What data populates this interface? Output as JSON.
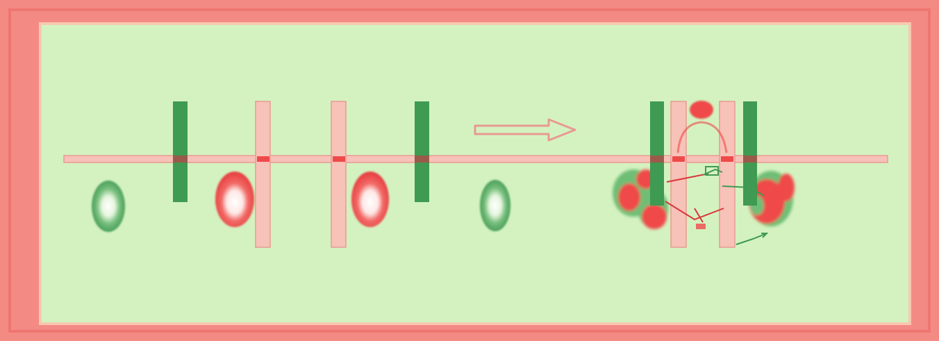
{
  "colors": {
    "frame": "#f48a84",
    "frame_shadow": "#ee7670",
    "panel": "#d4f2c0",
    "panel_edge": "#f7c8b0",
    "green": "#3f9a52",
    "green_light": "#6fbe76",
    "red": "#ef4a4a",
    "red_dark": "#d9353a",
    "pink_bar": "#f7c2b8",
    "pink_bar_edge": "#e89a92",
    "white": "#ffffff"
  },
  "diagram": {
    "left_elements": [
      "green-ring",
      "green-bar",
      "red-ring",
      "pink-bar",
      "pink-bar",
      "red-ring",
      "green-bar",
      "green-ring"
    ],
    "arrow": "right-arrow-icon",
    "right_elements": [
      "green-bar",
      "pink-bar",
      "pink-bar",
      "green-bar",
      "red-blob-top",
      "mixed-cluster-left",
      "mixed-cluster-right"
    ]
  }
}
